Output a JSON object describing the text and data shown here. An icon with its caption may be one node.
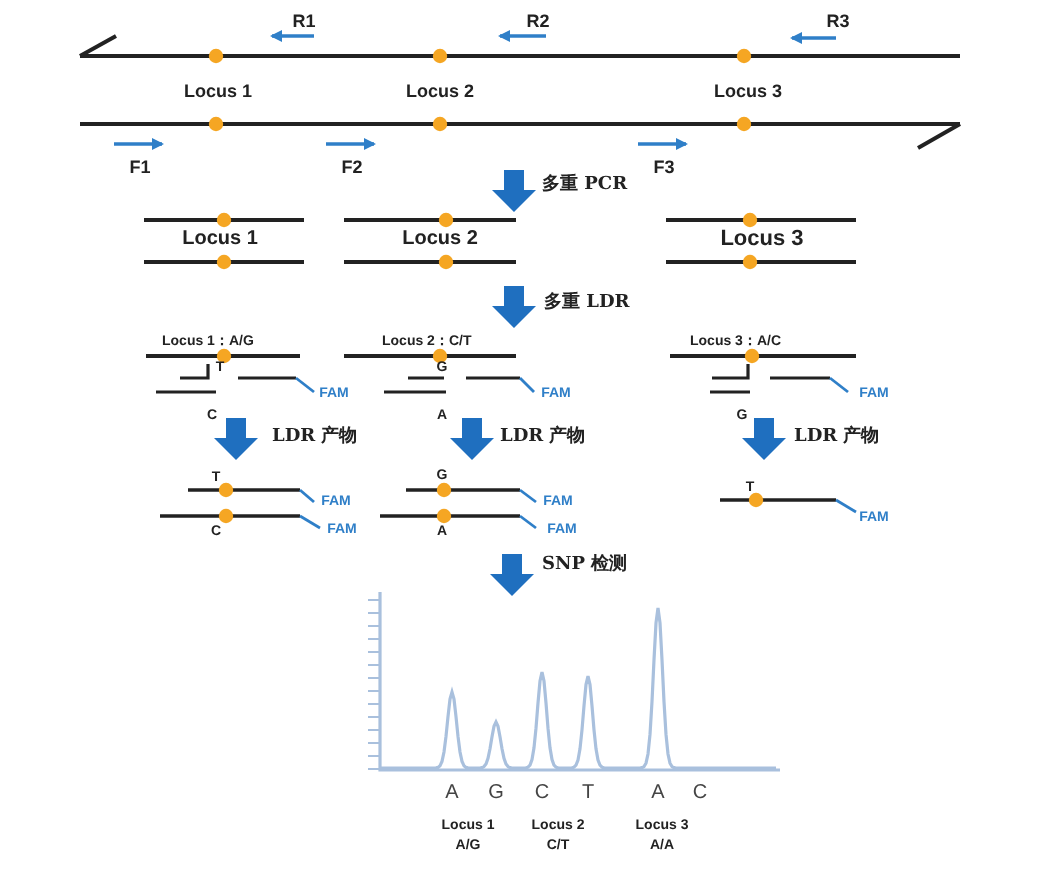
{
  "diagram": {
    "labels": [
      "R1",
      "R2",
      "R3",
      "Locus 1",
      "Locus 2",
      "Locus 3",
      "F1",
      "F2",
      "F3",
      "多重 PCR",
      "Locus 1",
      "Locus 2",
      "Locus 3",
      "多重 LDR",
      "Locus 1：A/G",
      "Locus 2：C/T",
      "Locus 3：A/C",
      "T",
      "G",
      "FAM",
      "FAM",
      "FAM",
      "C",
      "A",
      "G",
      "LDR 产物",
      "LDR 产物",
      "LDR 产物",
      "T",
      "G",
      "T",
      "FAM",
      "FAM",
      "FAM",
      "C",
      "FAM",
      "A",
      "FAM",
      "SNP 检测",
      "A",
      "G",
      "C",
      "T",
      "A",
      "C",
      "Locus 1",
      "A/G",
      "Locus 2",
      "C/T",
      "Locus 3",
      "A/A"
    ]
  }
}
